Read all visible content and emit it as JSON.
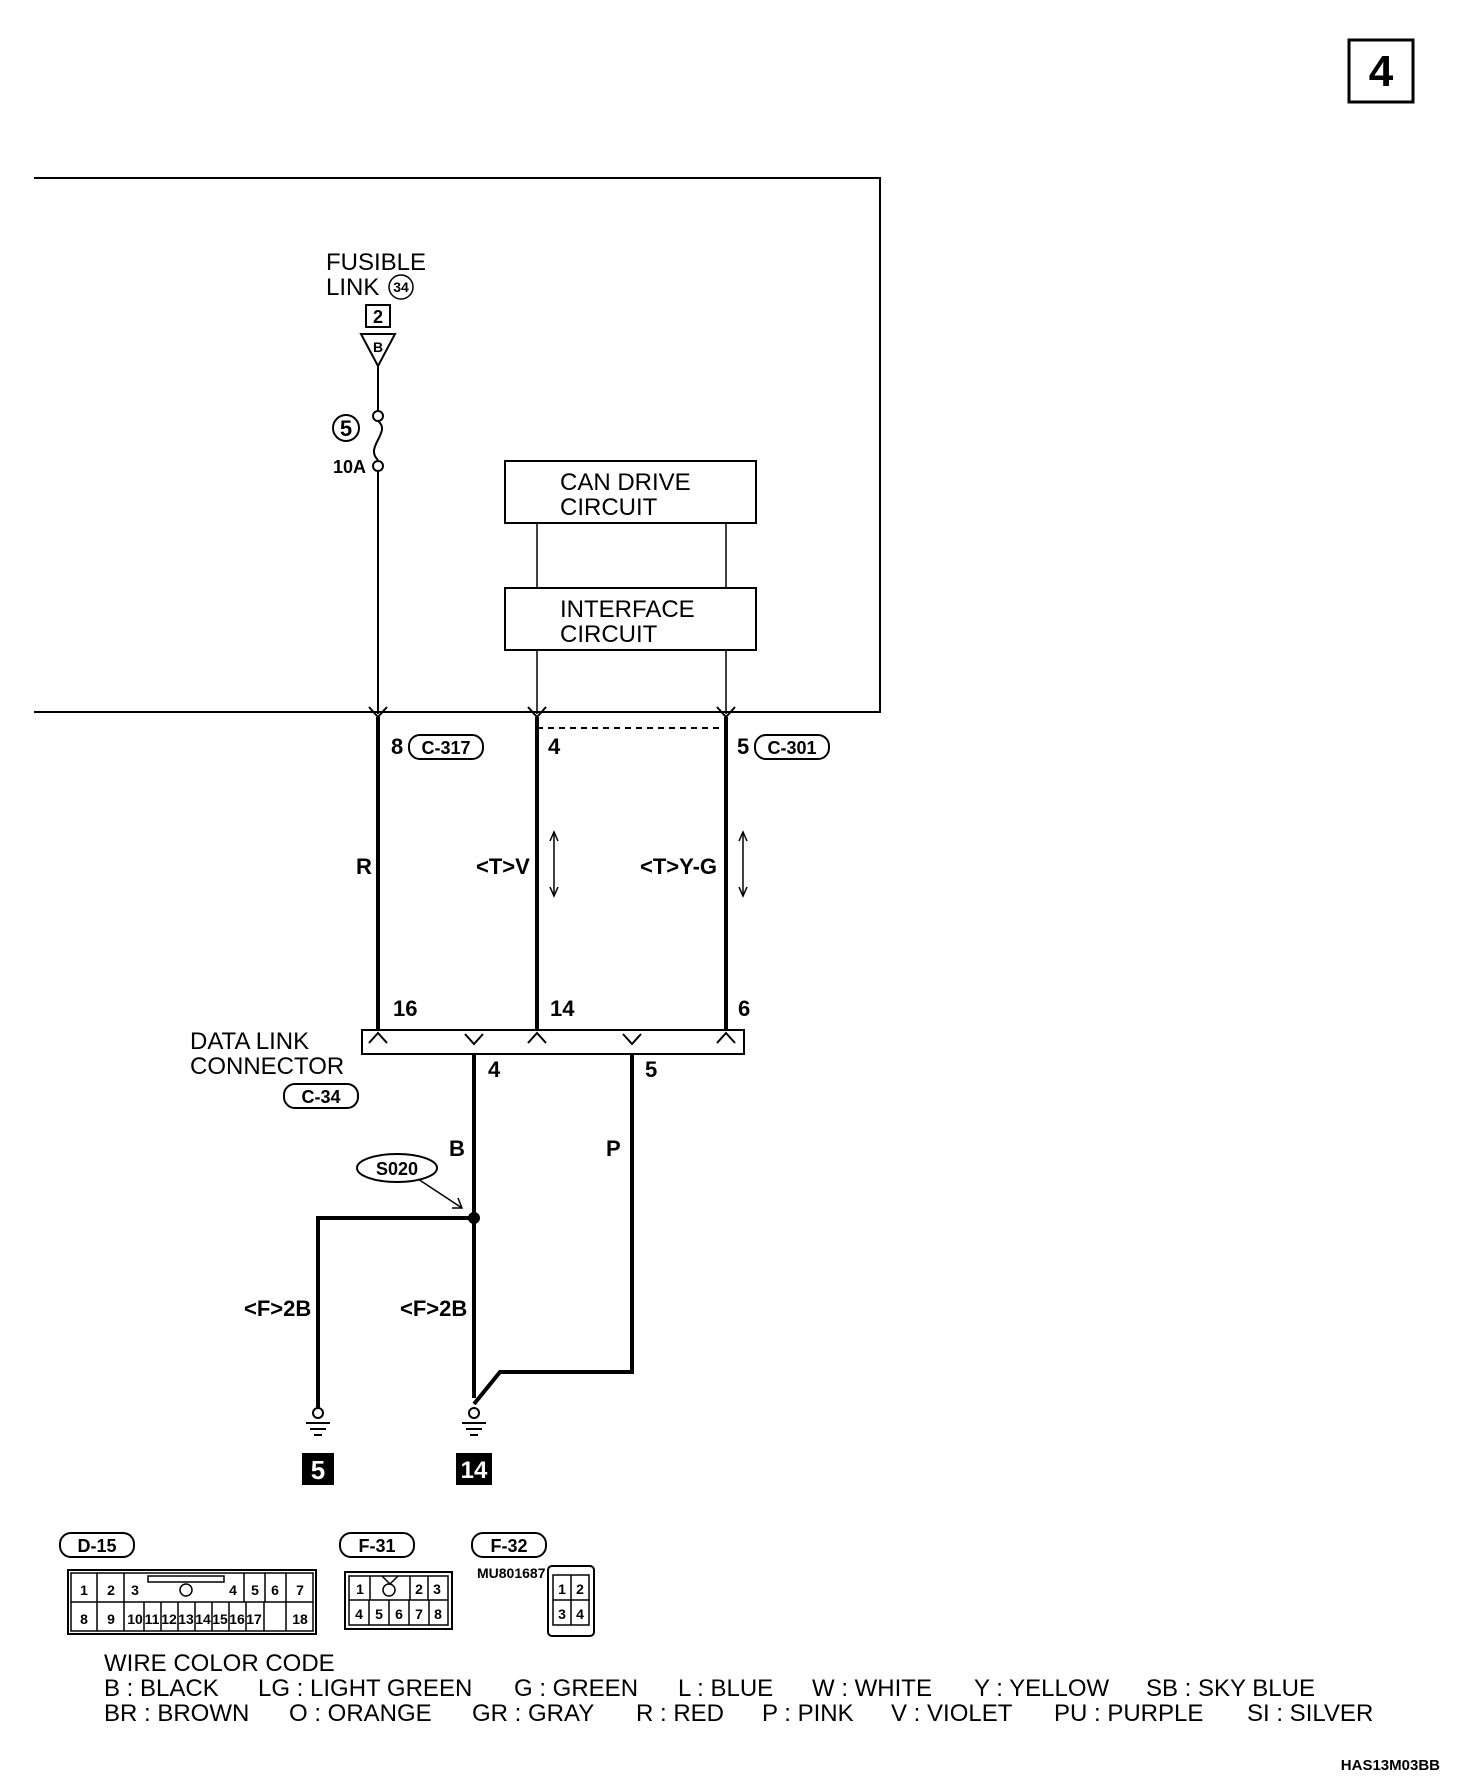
{
  "page_number": "4",
  "fusible_link": {
    "line1": "FUSIBLE",
    "line2": "LINK",
    "number": "34",
    "terminal": "2",
    "terminal_letter": "B"
  },
  "fuse": {
    "number": "5",
    "rating": "10A"
  },
  "blocks": {
    "can_line1": "CAN DRIVE",
    "can_line2": "CIRCUIT",
    "iface_line1": "INTERFACE",
    "iface_line2": "CIRCUIT"
  },
  "ecu_pins": {
    "p8": "8",
    "p4": "4",
    "p5": "5",
    "c317": "C-317",
    "c301": "C-301"
  },
  "wires": {
    "r": "R",
    "tv": "<T>V",
    "tyg": "<T>Y-G",
    "b": "B",
    "p": "P",
    "f2b_left": "<F>2B",
    "f2b_right": "<F>2B"
  },
  "dlc": {
    "line1": "DATA LINK",
    "line2": "CONNECTOR",
    "code": "C-34",
    "pin16": "16",
    "pin14": "14",
    "pin6": "6",
    "pin4": "4",
    "pin5": "5"
  },
  "splice": "S020",
  "grounds": {
    "left": "5",
    "right": "14"
  },
  "connectors": {
    "d15": {
      "code": "D-15",
      "top": [
        "1",
        "2",
        "3",
        "4",
        "5",
        "6",
        "7"
      ],
      "bottom": [
        "8",
        "9",
        "10",
        "11",
        "12",
        "13",
        "14",
        "15",
        "16",
        "17",
        "18"
      ]
    },
    "f31": {
      "code": "F-31",
      "top": [
        "1",
        "2",
        "3"
      ],
      "bottom": [
        "4",
        "5",
        "6",
        "7",
        "8"
      ]
    },
    "f32": {
      "code": "F-32",
      "part": "MU801687",
      "top": [
        "1",
        "2"
      ],
      "bottom": [
        "3",
        "4"
      ]
    }
  },
  "legend": {
    "title": "WIRE COLOR CODE",
    "row1": [
      "B : BLACK",
      "LG : LIGHT GREEN",
      "G : GREEN",
      "L : BLUE",
      "W : WHITE",
      "Y : YELLOW",
      "SB : SKY BLUE"
    ],
    "row2": [
      "BR : BROWN",
      "O : ORANGE",
      "GR : GRAY",
      "R : RED",
      "P : PINK",
      "V : VIOLET",
      "PU : PURPLE",
      "SI : SILVER"
    ]
  },
  "figure_code": "HAS13M03BB"
}
